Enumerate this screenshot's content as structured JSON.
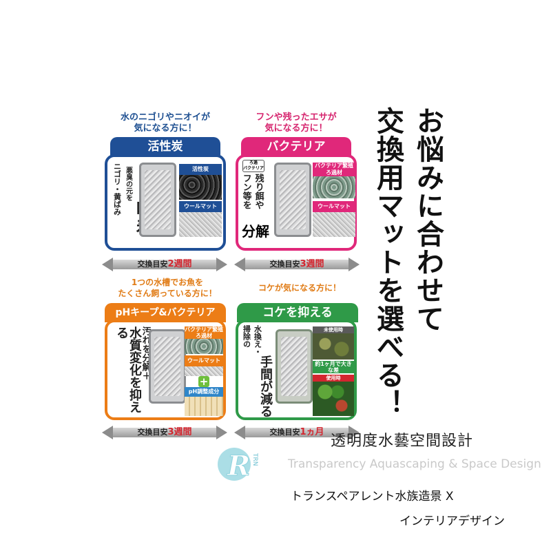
{
  "panels": [
    {
      "id": "carbon",
      "caption": [
        "水のニゴリやニオイが",
        "気になる方に！"
      ],
      "caption_color": "#1d4f91",
      "title": "活性炭",
      "color": "#1f4f96",
      "claim_small": [
        "ニゴリ・黄ばみ",
        "悪臭の元を"
      ],
      "claim_big": "吸着",
      "tiles": [
        {
          "label": "活性炭",
          "icon": "carbon-granules-image"
        },
        {
          "label": "ウールマット",
          "icon": "wool-mat-image"
        }
      ],
      "interval_prefix": "交換目安",
      "interval_value": "2週間"
    },
    {
      "id": "bacteria",
      "caption": [
        "フンや残ったエサが",
        "気になる方に！"
      ],
      "caption_color": "#d6246e",
      "title": "バクテリア",
      "color": "#e0287a",
      "badge": [
        "ろ過",
        "バクテリア"
      ],
      "claim_small": [
        "残り餌や",
        "フン等を"
      ],
      "claim_big": "分解",
      "tiles": [
        {
          "label": "バクテリア繁殖ろ過材",
          "icon": "bio-media-image"
        },
        {
          "label": "ウールマット",
          "icon": "wool-mat-image"
        }
      ],
      "interval_prefix": "交換目安",
      "interval_value": "3週間"
    },
    {
      "id": "ph",
      "caption": [
        "1つの水槽でお魚を",
        "たくさん飼っている方に！"
      ],
      "caption_color": "#e07b15",
      "title": "pHキープ&バクテリア",
      "color": "#ec7d16",
      "claim_small": [
        "汚れを分解＋"
      ],
      "claim_big": "水質変化を抑える",
      "tiles": [
        {
          "label": "バクテリア繁殖ろ過材",
          "icon": "bio-media-image"
        },
        {
          "label": "ウールマット",
          "icon": "wool-mat-image"
        },
        {
          "label": "pH調整成分",
          "icon": "ph-media-image"
        }
      ],
      "interval_prefix": "交換目安",
      "interval_value": "3週間"
    },
    {
      "id": "algae",
      "caption": [
        "コケが気になる方に！"
      ],
      "caption_color": "#e07b15",
      "title": "コケを抑える",
      "color": "#2f9a48",
      "claim_small": [
        "水換え・",
        "掃除の"
      ],
      "claim_big": "手間が減る",
      "tiles": [
        {
          "label": "未使用時",
          "icon": "plants-before-image"
        },
        {
          "label": "約1ヶ月で大きな差",
          "icon": "arrow-icon"
        },
        {
          "label": "使用時",
          "icon": "plants-after-image"
        }
      ],
      "interval_prefix": "交換目安",
      "interval_value": "1ヵ月"
    }
  ],
  "headline": [
    "お悩みに合わせて",
    "交換用マットを選べる！"
  ],
  "brand": {
    "name_cn": "透明度水藝空間設計",
    "name_en": "Transparency Aquascaping & Space Design",
    "line_jp1": "トランスペアレント水族造景 X",
    "line_jp2": "インテリアデザイン",
    "logo_letters": "TRN",
    "accent": "#6bbfd0"
  }
}
